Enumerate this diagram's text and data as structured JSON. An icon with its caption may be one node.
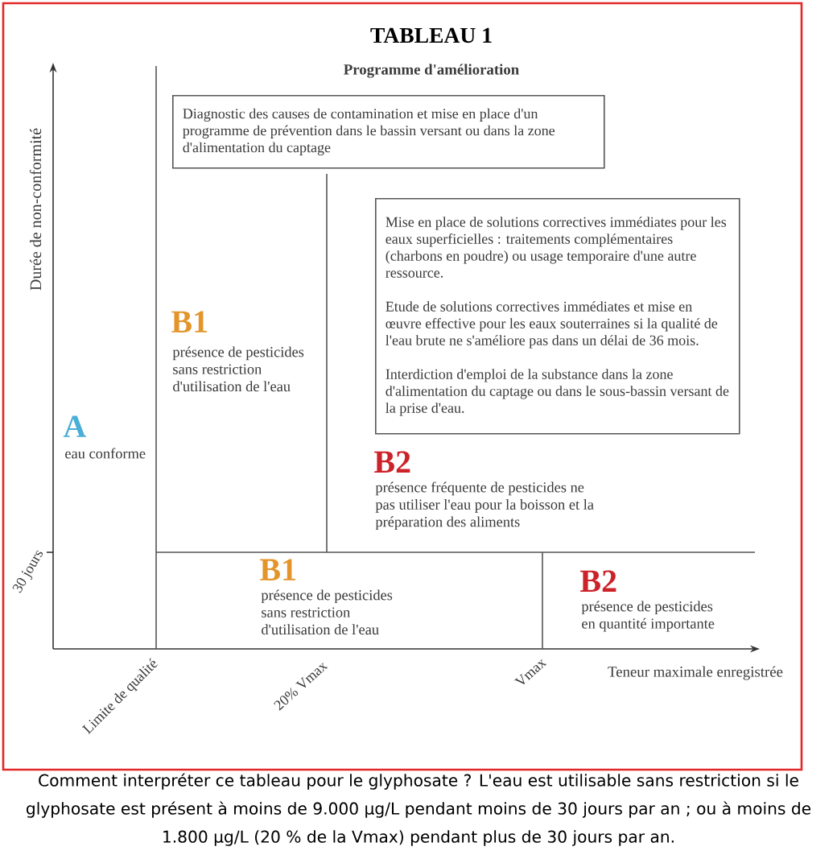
{
  "diagram": {
    "title": "TABLEAU 1",
    "caption": "Comment interpréter ce tableau pour le glyphosate ? L'eau est utilisable sans restriction si le glyphosate est présent à moins de 9.000 µg/L pendant moins de 30 jours par an ; ou à moins de 1.800 µg/L (20 % de la Vmax) pendant plus de 30 jours par an.",
    "nodes": [
      {
        "text": [
          "Diagnostic des causes de contamination et mise en place d'un programme de prévention dans le bassin versant ou dans la zone d'alimentation du captage"
        ]
      },
      {
        "text": [
          "Mise en place de solutions correctives immédiates pour les eaux superficielles : traitements complémentaires (charbons en poudre) ou usage temporaire d'une autre ressource.",
          "Etude de solutions correctives immédiates et mise en œuvre effective pour les eaux souterraines si la qualité de l'eau brute ne s'améliore pas dans un délai de 36 mois.",
          "Interdiction d'emploi de la substance dans la zone d'alimentation du captage ou dans le sous-bassin versant de la prise d'eau."
        ]
      }
    ],
    "labels": [
      "Programme d'amélioration",
      "Durée de non-conformité",
      "B1",
      "présence de pesticides sans restriction d'utilisation de l'eau",
      "A",
      "eau conforme",
      "B2",
      "présence fréquente de pesticides ne pas utiliser l'eau pour la boisson et la préparation des aliments",
      "30 jours",
      "B1",
      "présence de pesticides sans restriction d'utilisation de l'eau",
      "B2",
      "présence de pesticides en quantité importante",
      "Teneur maximale enregistrée",
      "Limite de qualité",
      "20% Vmax",
      "Vmax"
    ]
  }
}
